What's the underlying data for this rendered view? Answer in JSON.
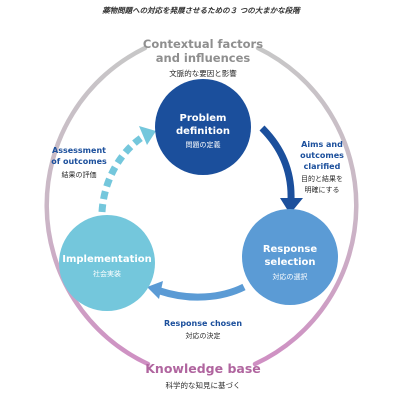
{
  "title": "薬物問題への対応を発展させるための３ つの大まかな段階",
  "outer_ring": {
    "top_label_line1": "Contextual factors",
    "top_label_line2": "and influences",
    "top_sublabel": "文脈的な要因と影響",
    "bottom_label": "Knowledge base",
    "bottom_sublabel": "科学的な知見に基づく"
  },
  "nodes": {
    "problem": {
      "line1": "Problem",
      "line2": "definition",
      "sub": "問題の定義",
      "color": "#1b4f9c"
    },
    "response": {
      "line1": "Response",
      "line2": "selection",
      "sub": "対応の選択",
      "color": "#5b9bd5"
    },
    "implementation": {
      "line1": "Implementation",
      "sub": "社会実装",
      "color": "#74c7dc"
    }
  },
  "edges": {
    "aims": {
      "line1": "Aims and",
      "line2": "outcomes",
      "line3": "clarified",
      "sub1": "目的と結果を",
      "sub2": "明確にする",
      "color": "#1b4f9c"
    },
    "chosen": {
      "line1": "Response chosen",
      "sub": "対応の決定",
      "color": "#5b9bd5"
    },
    "assessment": {
      "line1": "Assessment",
      "line2": "of outcomes",
      "sub": "結果の評価",
      "color": "#74c7dc"
    }
  },
  "colors": {
    "ring_gray": "#c5c5c5",
    "ring_pink": "#cf95c4",
    "label_dark": "#2a2a2a"
  }
}
